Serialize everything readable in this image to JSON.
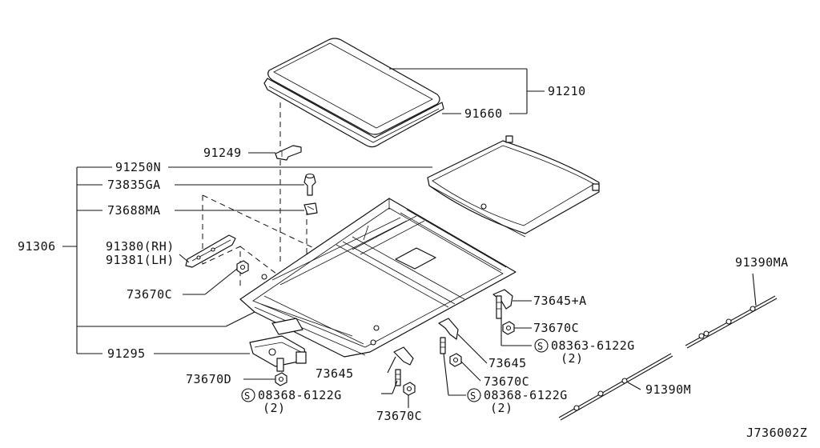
{
  "labels": {
    "p91210": "91210",
    "p91660": "91660",
    "p91249": "91249",
    "p91250N": "91250N",
    "p73835GA": "73835GA",
    "p73688MA": "73688MA",
    "p91306": "91306",
    "p91380": "91380(RH)",
    "p91381": "91381(LH)",
    "p73670C_a": "73670C",
    "p73645A": "73645+A",
    "p73670C_b": "73670C",
    "p08363": "08363-6122G",
    "p08363_qty": "(2)",
    "p91295": "91295",
    "p73645_a": "73645",
    "p73670C_c": "73670C",
    "p73670D": "73670D",
    "p08368_a": "08368-6122G",
    "p08368_a_qty": "(2)",
    "p73645_b": "73645",
    "p08368_b": "08368-6122G",
    "p08368_b_qty": "(2)",
    "p73670C_d": "73670C",
    "p91390MA": "91390MA",
    "p91390M": "91390M",
    "diagram_code": "J736002Z",
    "s_mark_1": "S",
    "s_mark_2": "S",
    "s_mark_3": "S"
  }
}
